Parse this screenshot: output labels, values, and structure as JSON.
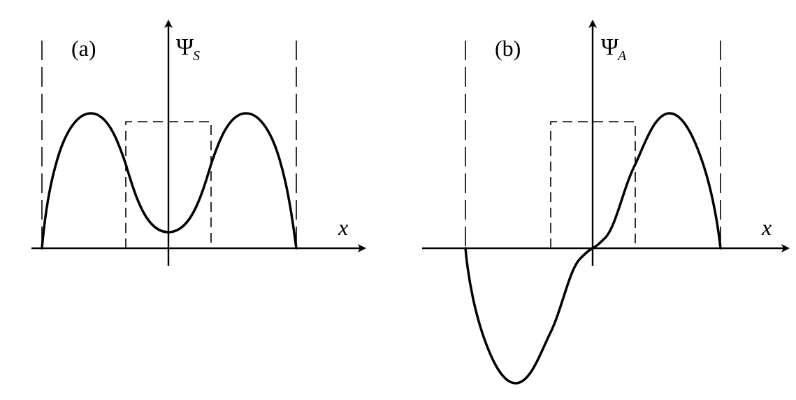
{
  "panels": [
    {
      "label": "(a)",
      "psi": "Ψ",
      "subscript": "S",
      "x_axis_label": "x"
    },
    {
      "label": "(b)",
      "psi": "Ψ",
      "subscript": "A",
      "x_axis_label": "x"
    }
  ]
}
